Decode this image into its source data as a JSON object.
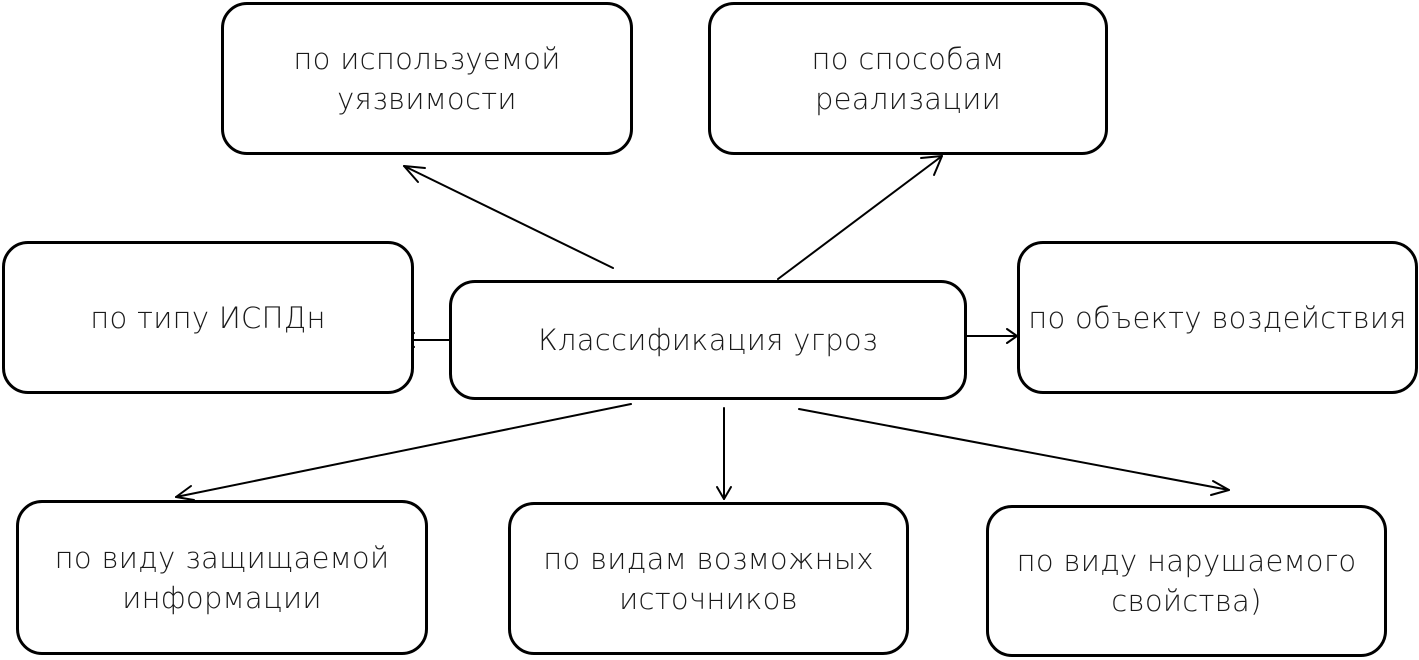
{
  "diagram": {
    "center": "Классификация угроз",
    "nodes": {
      "vulnerability": [
        "по используемой",
        "уязвимости"
      ],
      "methods": [
        "по способам",
        "реализации"
      ],
      "ispdn_type": [
        "по типу ИСПДн"
      ],
      "target": [
        "по объекту воздействия"
      ],
      "info_kind": [
        "по виду защищаемой",
        "информации"
      ],
      "sources": [
        "по видам возможных",
        "источников"
      ],
      "property": [
        "по виду нарушаемого",
        "свойства)"
      ]
    },
    "edges": [
      {
        "from": "center",
        "to": "vulnerability"
      },
      {
        "from": "center",
        "to": "methods"
      },
      {
        "from": "center",
        "to": "ispdn_type"
      },
      {
        "from": "center",
        "to": "target"
      },
      {
        "from": "center",
        "to": "info_kind"
      },
      {
        "from": "center",
        "to": "sources"
      },
      {
        "from": "center",
        "to": "property"
      }
    ]
  }
}
